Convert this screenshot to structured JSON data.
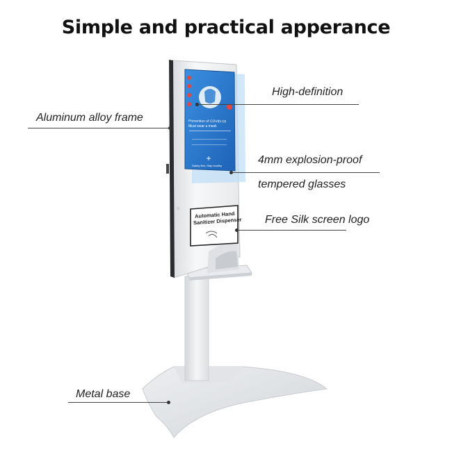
{
  "title": "Simple and practical apperance",
  "callouts": {
    "high_definition": "High-definition",
    "aluminum_frame": "Aluminum alloy frame",
    "explosion_proof_line1": "4mm explosion-proof",
    "explosion_proof_line2": "tempered glasses",
    "silk_screen_logo": "Free Silk screen logo",
    "metal_base": "Metal base"
  },
  "device": {
    "label_line1": "Automatic Hand",
    "label_line2": "Sanitizer Dispenser",
    "screen_text_line1": "Prevention of COVID-19",
    "screen_text_line2": "Must wear a mask",
    "screen_footer": "Safety first, Stay healthy"
  },
  "colors": {
    "screen_blue": "#2f7fd4",
    "glass_tint": "#b9dcf7",
    "body_white": "#f1f2f3",
    "frame_dark": "#2a2c30"
  }
}
